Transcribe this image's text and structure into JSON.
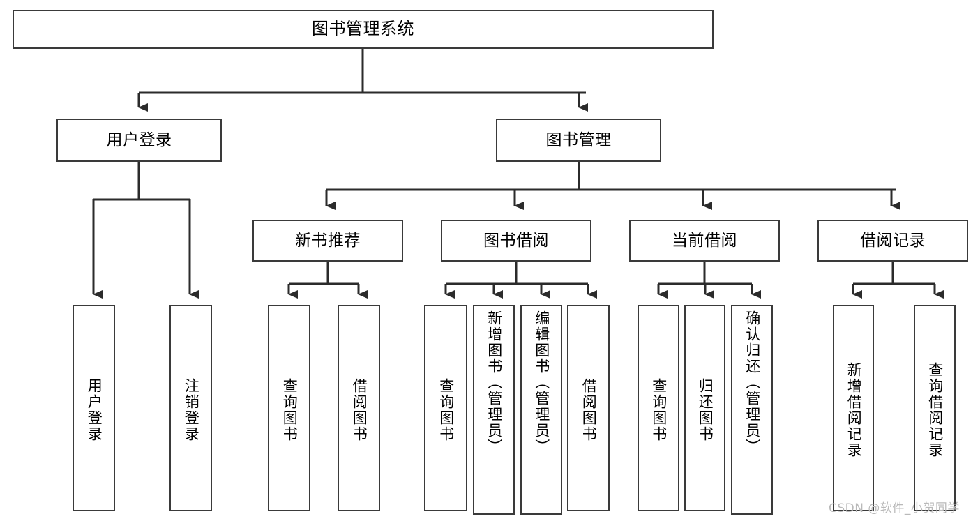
{
  "diagram": {
    "title": "图书管理系统",
    "type": "tree-hierarchy-diagram",
    "colors": {
      "box_border": "#3a3a3a",
      "box_fill": "#ffffff",
      "line": "#2b2b2b",
      "text": "#000000",
      "watermark": "#b9b9b9"
    },
    "root": {
      "label": "图书管理系统"
    },
    "level2": [
      {
        "label": "用户登录"
      },
      {
        "label": "图书管理"
      }
    ],
    "level3": [
      {
        "label": "新书推荐"
      },
      {
        "label": "图书借阅"
      },
      {
        "label": "当前借阅"
      },
      {
        "label": "借阅记录"
      }
    ],
    "leaves": {
      "user_login": [
        {
          "label": "用户登录"
        },
        {
          "label": "注销登录"
        }
      ],
      "new_book_recommend": [
        {
          "label": "查询图书"
        },
        {
          "label": "借阅图书"
        }
      ],
      "book_borrow": [
        {
          "label": "查询图书"
        },
        {
          "label": "新增图书（管理员）"
        },
        {
          "label": "编辑图书（管理员）"
        },
        {
          "label": "借阅图书"
        }
      ],
      "current_borrow": [
        {
          "label": "查询图书"
        },
        {
          "label": "归还图书"
        },
        {
          "label": "确认归还（管理员）"
        }
      ],
      "borrow_record": [
        {
          "label": "新增借阅记录"
        },
        {
          "label": "查询借阅记录"
        }
      ]
    }
  },
  "watermark": {
    "text": "CSDN @软件_小贺同学"
  }
}
